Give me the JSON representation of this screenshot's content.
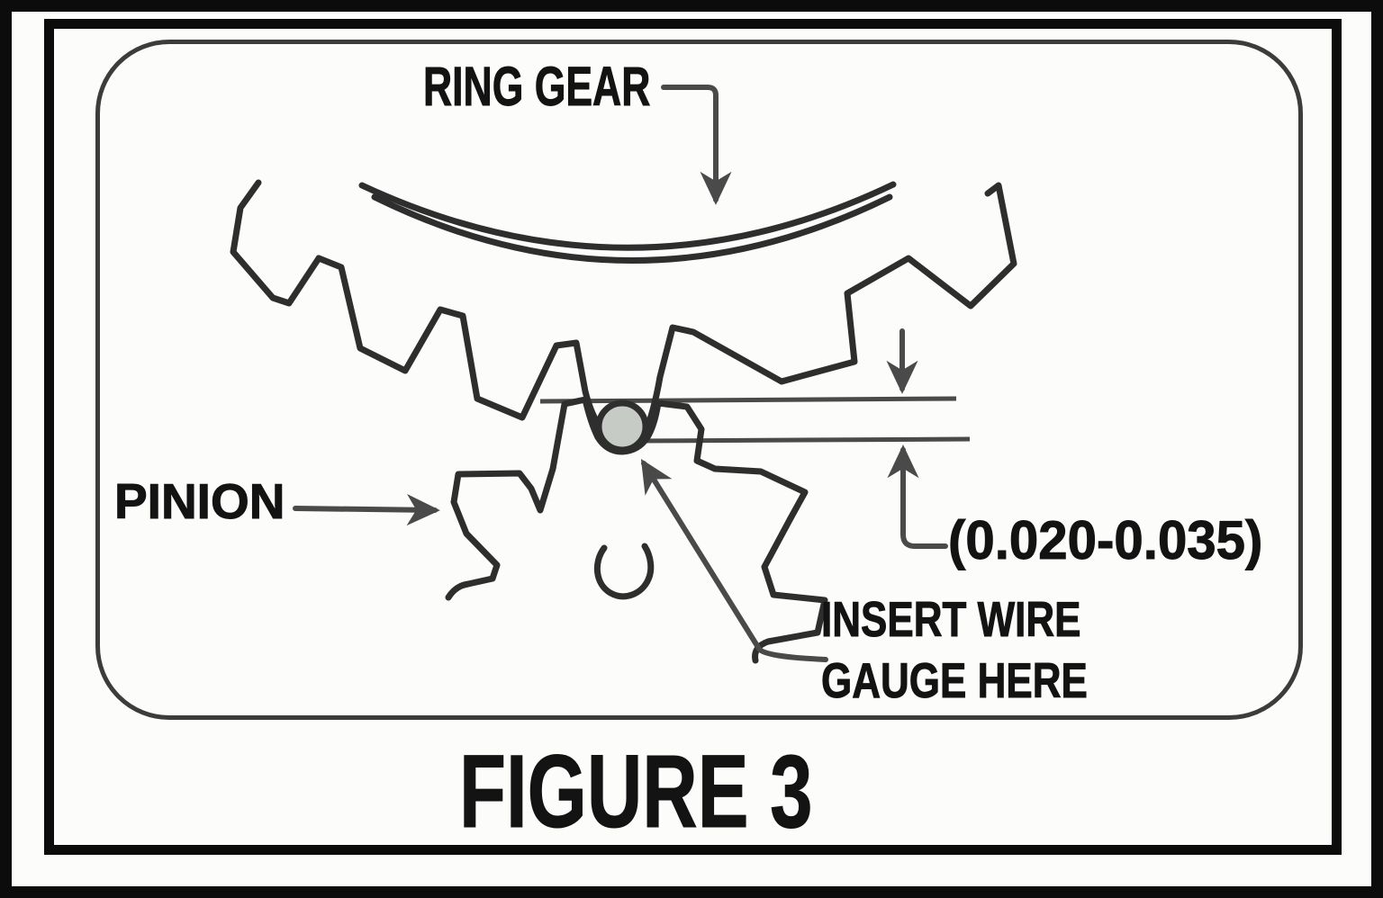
{
  "figure": {
    "caption": "FIGURE 3",
    "labels": {
      "ring_gear": "RING GEAR",
      "pinion": "PINION",
      "insert_wire_line1": "INSERT WIRE",
      "insert_wire_line2": "GAUGE HERE",
      "clearance": "(0.020-0.035)"
    },
    "drawing": {
      "parts": [
        "ring-gear",
        "pinion",
        "wire-gauge"
      ],
      "clearance_range": "(0.020-0.035)"
    },
    "colors": {
      "ink": "#2e2e2e",
      "text": "#131313",
      "leader": "#4a4a4a",
      "wire-fill": "#c7cbc5",
      "paper": "#fcfcfa",
      "frame": "#0c0c0c",
      "rounded-box": "#3c3c3c"
    }
  }
}
